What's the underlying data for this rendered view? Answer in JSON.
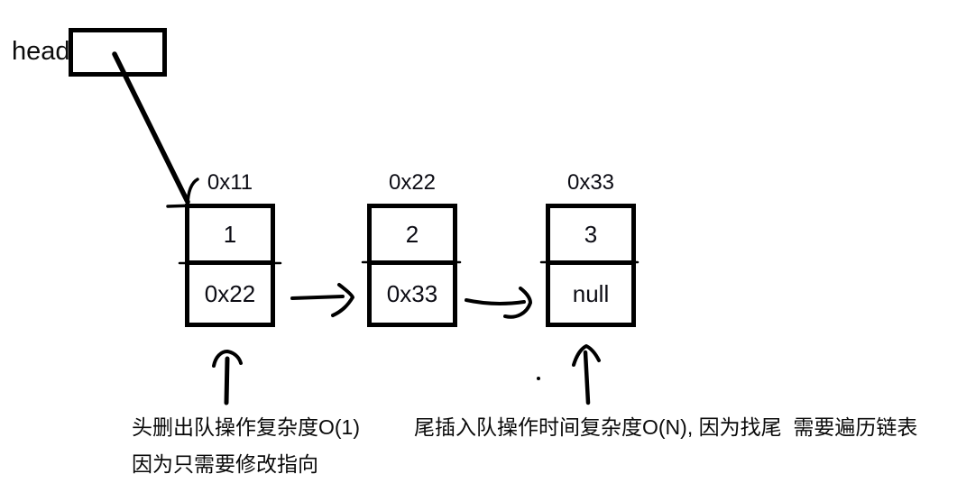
{
  "diagram": {
    "head_label": "head",
    "nodes": [
      {
        "address": "0x11",
        "value": "1",
        "next": "0x22"
      },
      {
        "address": "0x22",
        "value": "2",
        "next": "0x33"
      },
      {
        "address": "0x33",
        "value": "3",
        "next": "null"
      }
    ],
    "annotations": {
      "left_line1": "头删出队操作复杂度O(1)",
      "left_line2": "因为只需要修改指向",
      "right_line1": "尾插入队操作时间复杂度O(N), 因为找尾  需要遍历链表"
    },
    "colors": {
      "ink": "#000000",
      "background": "#ffffff"
    }
  }
}
